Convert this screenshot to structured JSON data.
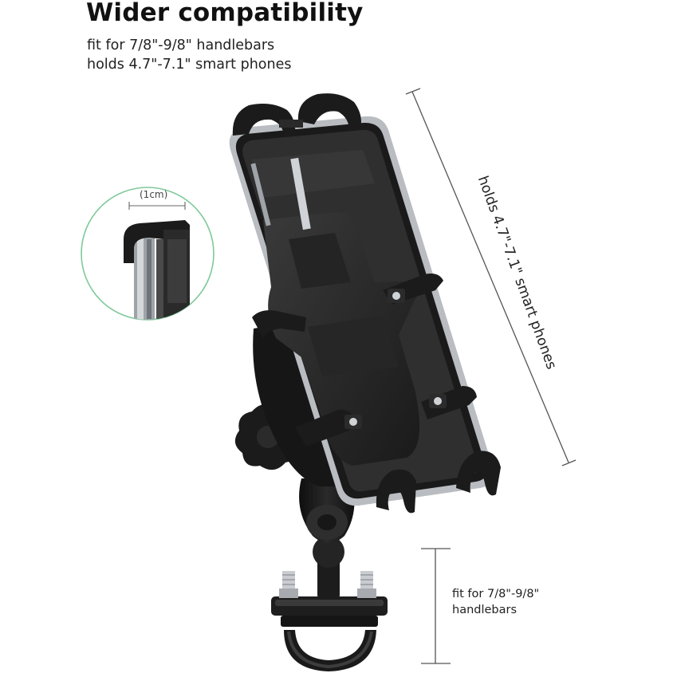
{
  "heading": {
    "title": "Wider compatibility",
    "line1": "fit for 7/8\"-9/8\" handlebars",
    "line2": "holds 4.7\"-7.1\" smart phones"
  },
  "phone_dimension": {
    "label": "holds 4.7\"-7.1\" smart phones"
  },
  "handlebar_dimension": {
    "line1": "fit for 7/8\"-9/8\"",
    "line2": "handlebars"
  },
  "detail_zoom": {
    "label": "(1cm)"
  },
  "colors": {
    "text": "#111111",
    "accent_green": "#7fc99a",
    "product_black": "#1c1c1c",
    "phone_frame": "#b9bcc0"
  },
  "icons": {
    "product": "phone-mount-illustration",
    "zoom": "clamp-detail-circle"
  }
}
